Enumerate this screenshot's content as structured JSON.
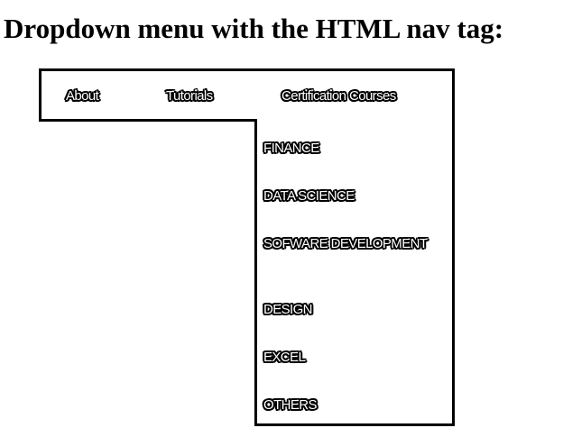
{
  "page": {
    "title": "Dropdown menu with the HTML nav tag:"
  },
  "nav": {
    "items": [
      {
        "label": "About"
      },
      {
        "label": "Tutorials"
      },
      {
        "label": "Certification Courses"
      }
    ]
  },
  "dropdown": {
    "items": [
      {
        "label": "FINANCE"
      },
      {
        "label": "DATA SCIENCE"
      },
      {
        "label": "SOFWARE DEVELOPMENT"
      },
      {
        "label": "DESIGN"
      },
      {
        "label": "EXCEL"
      },
      {
        "label": "OTHERS"
      }
    ]
  },
  "colors": {
    "text_fill": "#ffffff",
    "text_outline": "#000000",
    "border": "#000000",
    "background": "#ffffff"
  }
}
